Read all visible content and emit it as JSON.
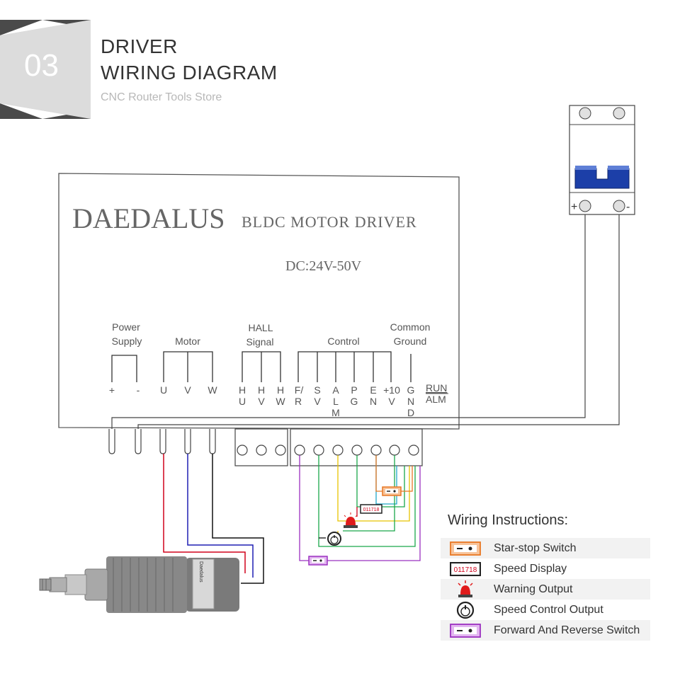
{
  "header": {
    "badge_number": "03",
    "title_line1": "DRIVER",
    "title_line2": "WIRING DIAGRAM",
    "store_name": "CNC Router Tools Store"
  },
  "driver": {
    "brand": "DAEDALUS",
    "model": "BLDC MOTOR DRIVER",
    "voltage": "DC:24V-50V"
  },
  "terminal_groups": {
    "power_line1": "Power",
    "power_line2": "Supply",
    "motor": "Motor",
    "hall_line1": "HALL",
    "hall_line2": "Signal",
    "control": "Control",
    "ground_line1": "Common",
    "ground_line2": "Ground"
  },
  "terminals": {
    "power_plus": "+",
    "power_minus": "-",
    "motor_u": "U",
    "motor_v": "V",
    "motor_w": "W",
    "hu_1": "H",
    "hu_2": "U",
    "hv_1": "H",
    "hv_2": "V",
    "hw_1": "H",
    "hw_2": "W",
    "fr_1": "F/",
    "fr_2": "R",
    "sv_1": "S",
    "sv_2": "V",
    "alm_1": "A",
    "alm_2": "L",
    "alm_3": "M",
    "pg_1": "P",
    "pg_2": "G",
    "en_1": "E",
    "en_2": "N",
    "v10_1": "+10",
    "v10_2": "V",
    "gnd_1": "G",
    "gnd_2": "N",
    "gnd_3": "D",
    "run": "RUN",
    "alm": "ALM"
  },
  "breaker": {
    "plus_label": "+",
    "minus_label": "-"
  },
  "display_value": "011718",
  "motor_label": "Daedalus",
  "legend": {
    "title": "Wiring Instructions:",
    "items": [
      {
        "label": "Star-stop Switch",
        "icon": "start-stop-switch-icon"
      },
      {
        "label": "Speed Display",
        "icon": "speed-display-icon"
      },
      {
        "label": "Warning Output",
        "icon": "warning-light-icon"
      },
      {
        "label": "Speed Control Output",
        "icon": "potentiometer-icon"
      },
      {
        "label": "Forward And Reverse Switch",
        "icon": "forward-reverse-switch-icon"
      }
    ]
  },
  "colors": {
    "badge_gray": "#dcdcdc",
    "badge_dark": "#4a4a4a",
    "wire_red": "#d0021b",
    "wire_blue": "#1f1fb4",
    "wire_black": "#111111",
    "wire_purple": "#9b30c0",
    "wire_green": "#1aa84a",
    "wire_yellow": "#e8c400",
    "wire_cyan": "#20a8c8",
    "wire_orange": "#e87722",
    "breaker_blue": "#1c3fa8"
  }
}
